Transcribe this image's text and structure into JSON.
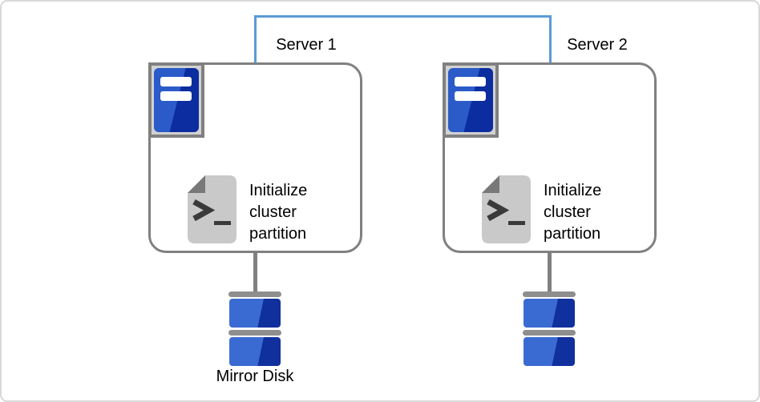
{
  "theme": {
    "bg": "#ffffff",
    "frame_border": "#d8d8d8",
    "box_border": "#808080",
    "gray_link": "#808080",
    "blue_link": "#5b9bd5",
    "icon_square_bg": "#d2d2d2",
    "tower_blue_light": "#2b5bc9",
    "tower_blue_dark": "#0c2da0",
    "disk_blue_light": "#3a6bd3",
    "disk_blue_dark": "#10309e",
    "disk_bar_gray": "#8e8e8e",
    "doc_gray": "#c9c9c9",
    "doc_fold_gray": "#787878",
    "doc_glyph": "#3a3a3a",
    "text": "#000000"
  },
  "servers": [
    {
      "label": "Server 1",
      "task": "Initialize\ncluster\npartition",
      "icons": {
        "node": "server-tower-icon",
        "task": "shell-script-icon",
        "storage": "disk-stack-icon"
      }
    },
    {
      "label": "Server 2",
      "task": "Initialize\ncluster\npartition",
      "icons": {
        "node": "server-tower-icon",
        "task": "shell-script-icon",
        "storage": "disk-stack-icon"
      }
    }
  ],
  "storage": {
    "label": "Mirror Disk"
  }
}
